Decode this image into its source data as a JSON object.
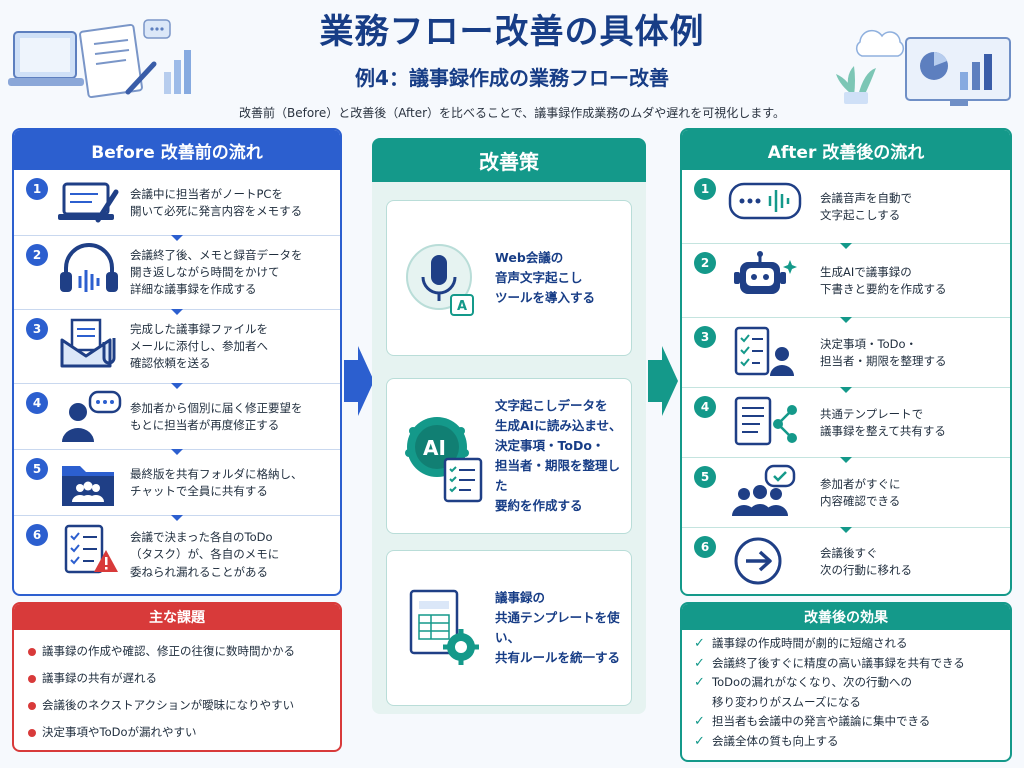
{
  "header": {
    "title": "業務フロー改善の具体例",
    "subtitle": "例4：議事録作成の業務フロー改善",
    "description": "改善前（Before）と改善後（After）を比べることで、議事録作成業務のムダや遅れを可視化します。"
  },
  "before": {
    "heading": "Before 改善前の流れ",
    "steps": [
      {
        "num": "1",
        "icon": "laptop-pen-icon",
        "text": "会議中に担当者がノートPCを\n開いて必死に発言内容をメモする"
      },
      {
        "num": "2",
        "icon": "headphones-icon",
        "text": "会議終了後、メモと録音データを\n開き返しながら時間をかけて\n詳細な議事録を作成する"
      },
      {
        "num": "3",
        "icon": "mail-attachment-icon",
        "text": "完成した議事録ファイルを\nメールに添付し、参加者へ\n確認依頼を送る"
      },
      {
        "num": "4",
        "icon": "person-comment-icon",
        "text": "参加者から個別に届く修正要望を\nもとに担当者が再度修正する"
      },
      {
        "num": "5",
        "icon": "shared-folder-icon",
        "text": "最終版を共有フォルダに格納し、\nチャットで全員に共有する"
      },
      {
        "num": "6",
        "icon": "checklist-warning-icon",
        "text": "会議で決まった各自のToDo\n（タスク）が、各自のメモに\n委ねられ漏れることがある"
      }
    ]
  },
  "issues": {
    "heading": "主な課題",
    "items": [
      "議事録の作成や確認、修正の往復に数時間かかる",
      "議事録の共有が遅れる",
      "会議後のネクストアクションが曖昧になりやすい",
      "決定事項やToDoが漏れやすい"
    ]
  },
  "middle": {
    "heading": "改善策",
    "cards": [
      {
        "icon": "microphone-icon",
        "text": "Web会議の\n音声文字起こし\nツールを導入する"
      },
      {
        "icon": "ai-brain-document-icon",
        "text": "文字起こしデータを\n生成AIに読み込ませ、\n決定事項・ToDo・\n担当者・期限を整理した\n要約を作成する"
      },
      {
        "icon": "template-gear-icon",
        "text": "議事録の\n共通テンプレートを使い、\n共有ルールを統一する"
      }
    ],
    "ai_label": "AI"
  },
  "after": {
    "heading": "After 改善後の流れ",
    "steps": [
      {
        "num": "1",
        "icon": "speech-waveform-icon",
        "text": "会議音声を自動で\n文字起こしする"
      },
      {
        "num": "2",
        "icon": "robot-icon",
        "text": "生成AIで議事録の\n下書きと要約を作成する"
      },
      {
        "num": "3",
        "icon": "checklist-person-icon",
        "text": "決定事項・ToDo・\n担当者・期限を整理する"
      },
      {
        "num": "4",
        "icon": "document-share-icon",
        "text": "共通テンプレートで\n議事録を整えて共有する"
      },
      {
        "num": "5",
        "icon": "group-check-icon",
        "text": "参加者がすぐに\n内容確認できる"
      },
      {
        "num": "6",
        "icon": "arrow-circle-icon",
        "text": "会議後すぐ\n次の行動に移れる"
      }
    ]
  },
  "effects": {
    "heading": "改善後の効果",
    "check": "✓",
    "items": [
      "議事録の作成時間が劇的に短縮される",
      "会議終了後すぐに精度の高い議事録を共有できる",
      "ToDoの漏れがなくなり、次の行動への\n移り変わりがスムーズになる",
      "担当者も会議中の発言や議論に集中できる",
      "会議全体の質も向上する"
    ]
  },
  "colors": {
    "before": "#2c5fcf",
    "after": "#14998a",
    "issue": "#d83a3a",
    "title": "#173d86"
  }
}
